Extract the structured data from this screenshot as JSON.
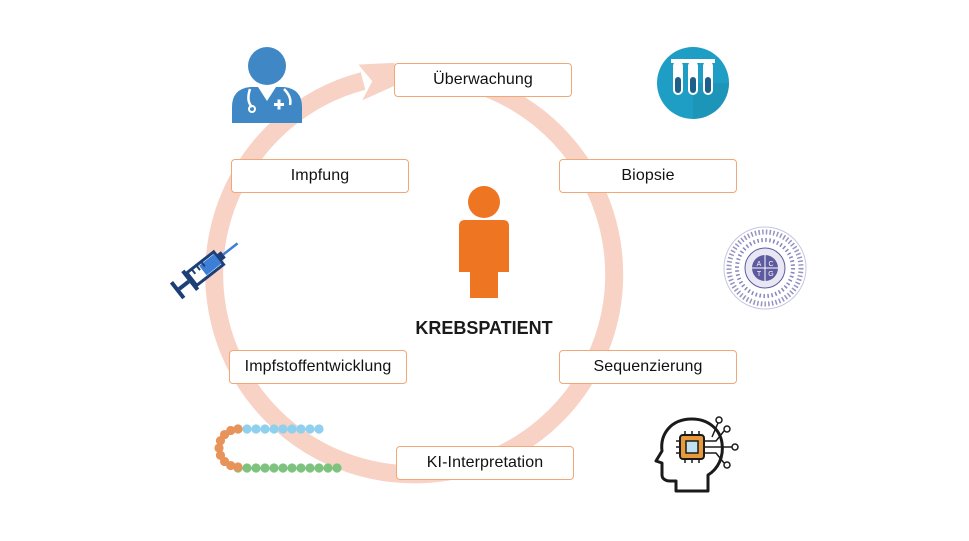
{
  "center": {
    "label": "KREBSPATIENT"
  },
  "steps": [
    {
      "label": "Überwachung"
    },
    {
      "label": "Biopsie"
    },
    {
      "label": "Sequenzierung"
    },
    {
      "label": "KI-Interpretation"
    },
    {
      "label": "Impfstoffentwicklung"
    },
    {
      "label": "Impfung"
    }
  ],
  "icons": {
    "doctor": "doctor-icon",
    "test_tubes": "test-tubes-icon",
    "dna_wheel": "dna-sequence-wheel-icon",
    "ai_head": "ai-brain-head-icon",
    "peptide": "peptide-chain-icon",
    "syringe": "syringe-icon"
  },
  "dna_wheel_letters": [
    "A",
    "C",
    "T",
    "G"
  ],
  "colors": {
    "cycle_arrow": "#f7d2c5",
    "box_border": "#f0a878",
    "patient": "#ee7623",
    "doctor": "#3f88c5",
    "test_tube_bg": "#1e9ec4",
    "syringe": "#2d5fa8",
    "dna_wheel": "#5e5aa0",
    "peptide_orange": "#e8935a",
    "peptide_blue": "#8ed0ee",
    "peptide_green": "#7dc37e",
    "ai_chip": "#e69a3c"
  }
}
